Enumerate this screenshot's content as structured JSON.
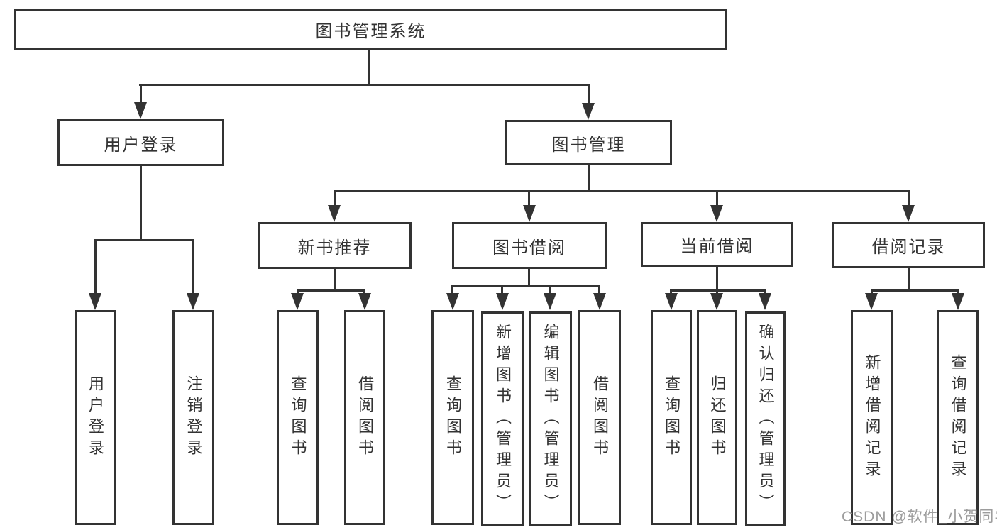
{
  "nodes": {
    "root": "图书管理系统",
    "level2": [
      "用户登录",
      "图书管理"
    ],
    "level3": [
      "新书推荐",
      "图书借阅",
      "当前借阅",
      "借阅记录"
    ],
    "leaves": [
      "用户登录",
      "注销登录",
      "查询图书",
      "借阅图书",
      "查询图书",
      "新增图书（管理员）",
      "编辑图书（管理员）",
      "借阅图书",
      "查询图书",
      "归还图书",
      "确认归还（管理员）",
      "新增借阅记录",
      "查询借阅记录"
    ]
  },
  "watermark": "CSDN @软件_小贺同学",
  "colors": {
    "line": "#333333",
    "text": "#333333",
    "watermark": "#9c9c9c",
    "background": "#ffffff"
  }
}
